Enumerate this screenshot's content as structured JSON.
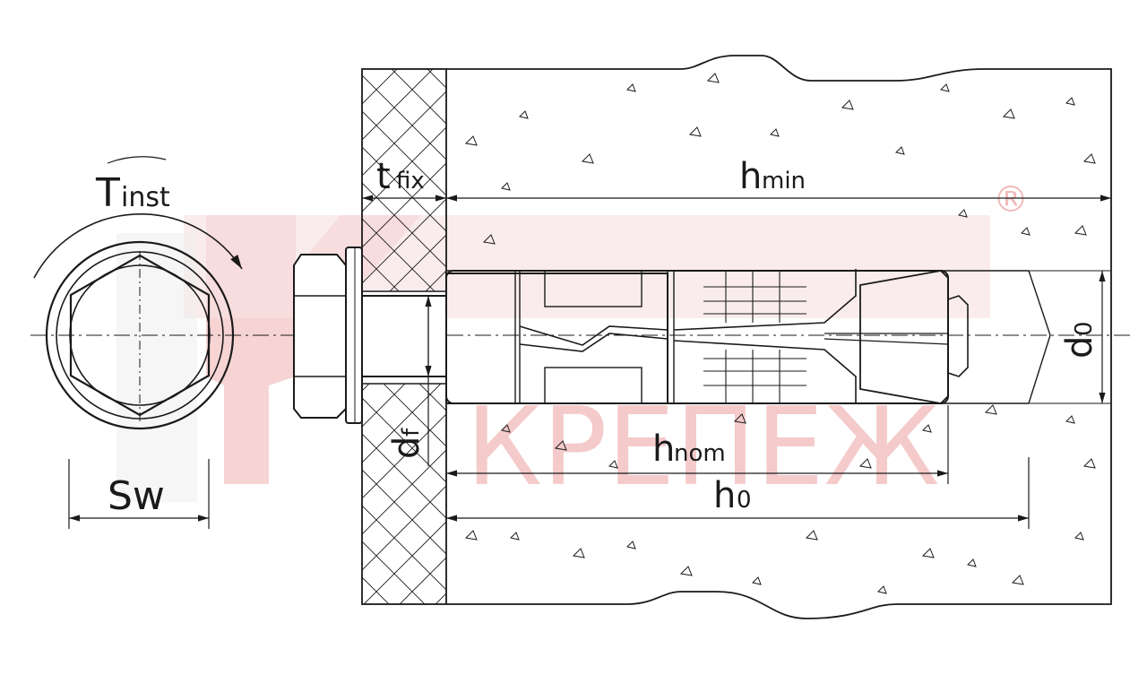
{
  "diagram": {
    "labels": {
      "torque_main": "T",
      "torque_sub": "inst",
      "wrench_size": "Sw",
      "fixture_thickness_main": "t",
      "fixture_thickness_sub": "fix",
      "min_thickness_main": "h",
      "min_thickness_sub": "min",
      "nominal_depth_main": "h",
      "nominal_depth_sub": "nom",
      "hole_depth_main": "h",
      "hole_depth_sub": "0",
      "hole_diameter_main": "d",
      "hole_diameter_sub": "0",
      "fixture_hole_main": "d",
      "fixture_hole_sub": "f"
    },
    "watermark": {
      "logo_text": "КРЕПЕЖ",
      "registered_mark": "®"
    },
    "colors": {
      "line": "#1a1a1a",
      "watermark": "#f4c8c8",
      "watermark_gray": "#d8d8d8"
    }
  }
}
